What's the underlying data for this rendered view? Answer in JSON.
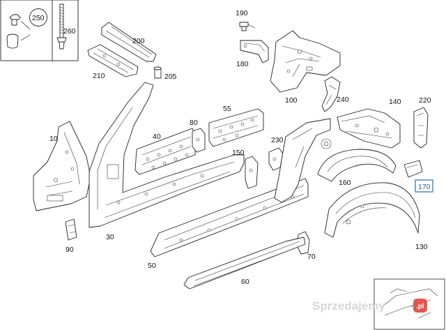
{
  "diagram": {
    "callouts": {
      "c250": "250",
      "c260": "260",
      "c190": "190",
      "c180": "180",
      "c200": "200",
      "c210": "210",
      "c205": "205",
      "c100": "100",
      "c240": "240",
      "c140": "140",
      "c220": "220",
      "c10": "10",
      "c80": "80",
      "c55": "55",
      "c40": "40",
      "c230": "230",
      "c150": "150",
      "c160": "160",
      "c170": "170",
      "c90": "90",
      "c30": "30",
      "c50": "50",
      "c70": "70",
      "c60": "60",
      "c130": "130"
    },
    "highlighted_part": "170"
  },
  "watermark": {
    "text": "Sprzedajemy",
    "badge": ".pl"
  },
  "colors": {
    "line": "#222222",
    "highlight": "#2a6fb0",
    "watermark": "#d7d7d7",
    "badge": "#e2574c"
  }
}
